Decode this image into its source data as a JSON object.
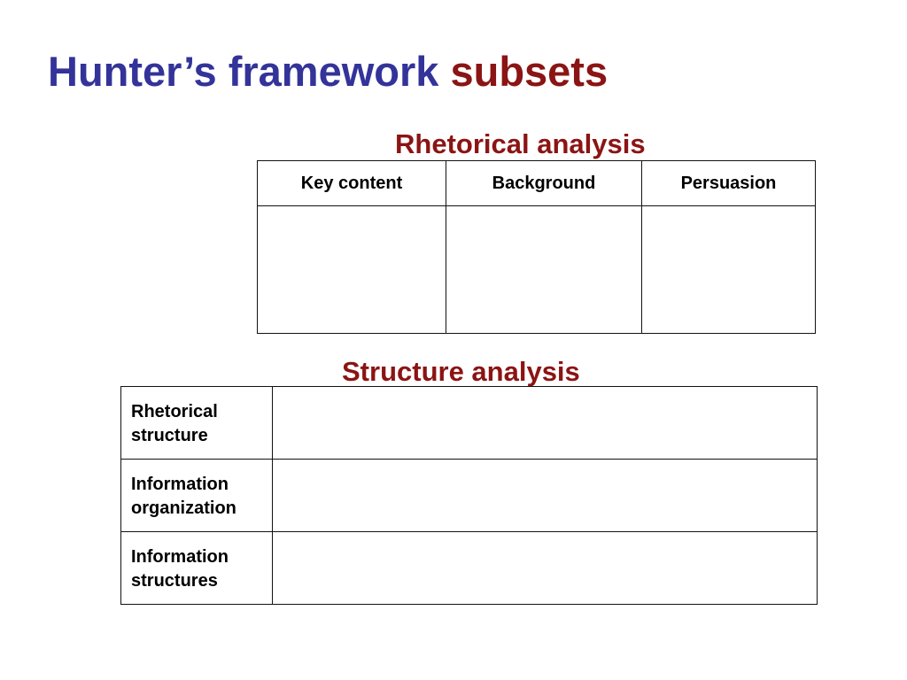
{
  "slide": {
    "title_part_1": "Hunter’s framework",
    "title_part_2": "subsets"
  },
  "rhetorical_analysis": {
    "heading": "Rhetorical analysis",
    "columns": [
      "Key content",
      "Background",
      "Persuasion"
    ]
  },
  "structure_analysis": {
    "heading": "Structure analysis",
    "rows": [
      {
        "label_line_1": "Rhetorical",
        "label_line_2": "structure"
      },
      {
        "label_line_1": "Information",
        "label_line_2": "organization"
      },
      {
        "label_line_1": "Information",
        "label_line_2": "structures"
      }
    ]
  }
}
